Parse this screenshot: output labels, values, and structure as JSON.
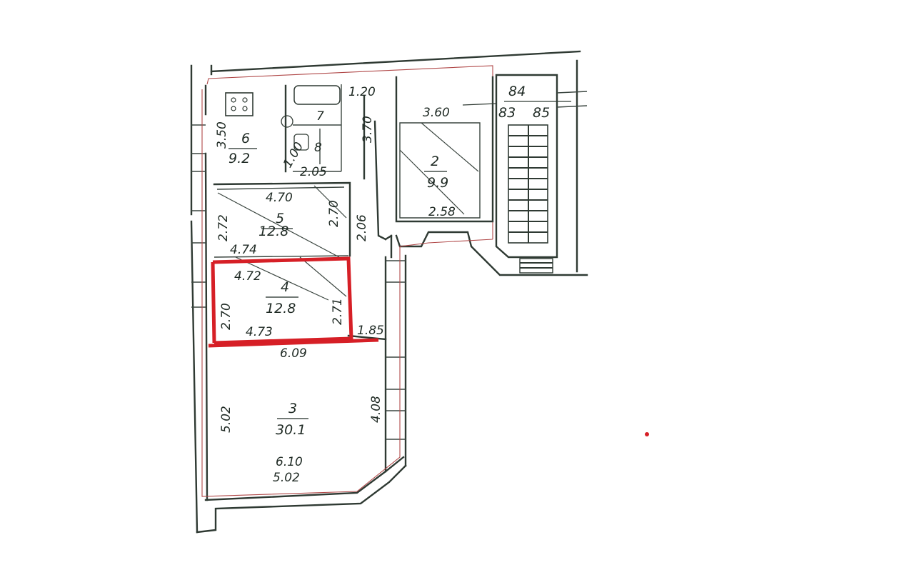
{
  "rooms": [
    {
      "id": "r2",
      "number": "2",
      "area": "9.9"
    },
    {
      "id": "r3",
      "number": "3",
      "area": "30.1"
    },
    {
      "id": "r4",
      "number": "4",
      "area": "12.8"
    },
    {
      "id": "r5",
      "number": "5",
      "area": "12.8"
    },
    {
      "id": "r6",
      "number": "6",
      "area": "9.2"
    },
    {
      "id": "r7",
      "number": "7",
      "area": ""
    },
    {
      "id": "r8",
      "number": "8",
      "area": ""
    }
  ],
  "dimensions": {
    "d_3_60": "3.60",
    "d_2_58": "2.58",
    "d_1_20": "1.20",
    "d_3_70": "3.70",
    "d_3_50": "3.50",
    "d_2_05": "2.05",
    "d_1_00": "1.00",
    "d_4_70": "4.70",
    "d_2_72": "2.72",
    "d_2_70a": "2.70",
    "d_4_74": "4.74",
    "d_2_06": "2.06",
    "d_4_72": "4.72",
    "d_2_70b": "2.70",
    "d_2_71": "2.71",
    "d_4_73": "4.73",
    "d_1_85": "1.85",
    "d_6_09": "6.09",
    "d_5_02a": "5.02",
    "d_4_08": "4.08",
    "d_6_10": "6.10",
    "d_5_02b": "5.02"
  },
  "apartments": {
    "a84": "84",
    "a83": "83",
    "a85": "85"
  },
  "colors": {
    "highlight": "#d61f26",
    "wall": "#2f3a33",
    "outline": "#b04848"
  }
}
